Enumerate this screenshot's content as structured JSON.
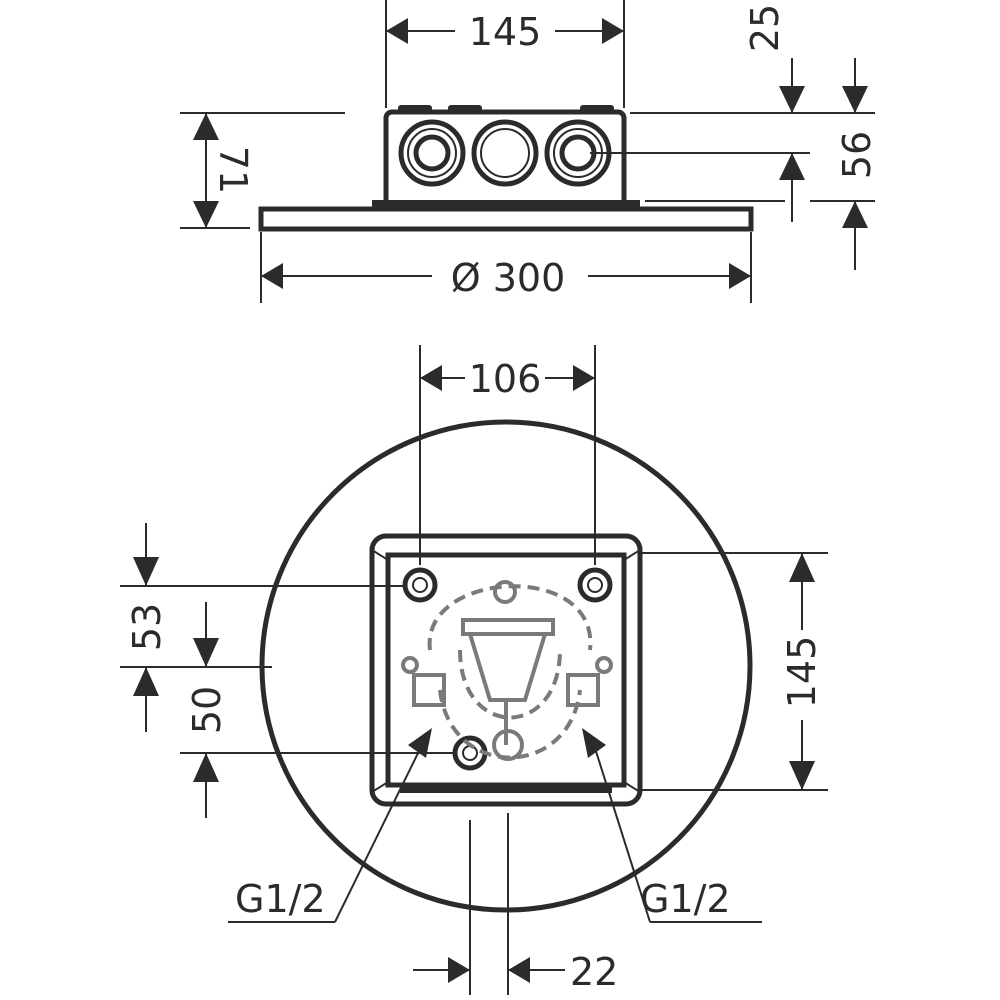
{
  "drawing": {
    "top_view": {
      "width_box": "145",
      "height_total": "71",
      "offset_top": "25",
      "offset_outlet": "56",
      "diameter_plate": "Ø 300"
    },
    "front_view": {
      "hole_spacing": "106",
      "box_height": "145",
      "offset_upper": "53",
      "offset_lower": "50",
      "inlet_left": "G1/2",
      "inlet_right": "G1/2",
      "outlet_width": "22"
    },
    "colors": {
      "line": "#2b2b2b",
      "hidden": "#7a7a7a",
      "background": "#ffffff"
    }
  }
}
